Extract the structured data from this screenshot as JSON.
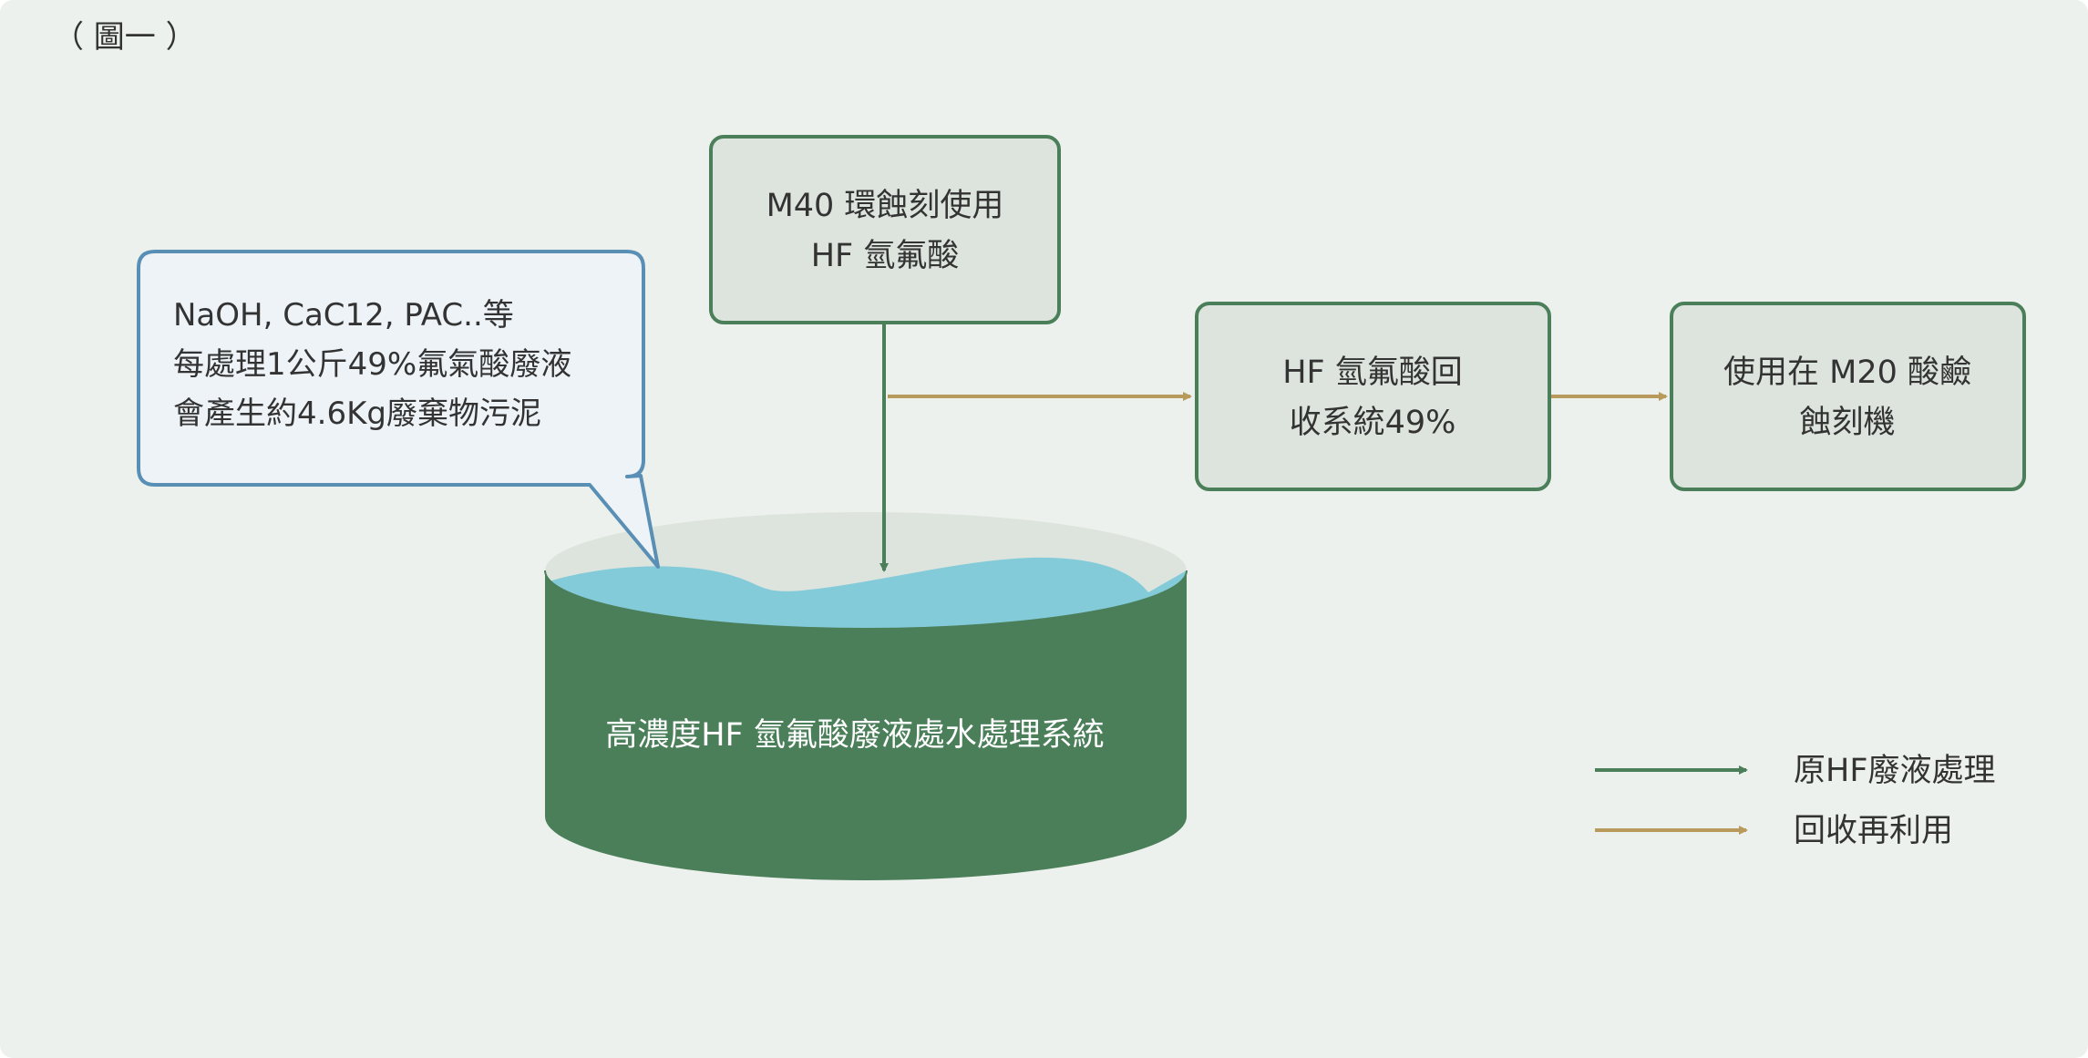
{
  "figure_label": "（ 圖一 ）",
  "colors": {
    "background": "#edf1ed",
    "green": "#4a7f5a",
    "gold": "#b89a5c",
    "box_fill": "#dde4dd",
    "box_stroke": "#4a7f5a",
    "bubble_fill": "#eef3f7",
    "bubble_stroke": "#5a8fb5",
    "water": "#84cbd9",
    "tank_top": "#dde4dd",
    "text": "#333333"
  },
  "source_box": {
    "line1": "M40 環蝕刻使用",
    "line2": "HF 氫氟酸"
  },
  "recovery_box": {
    "line1": "HF 氫氟酸回",
    "line2": "收系統49%"
  },
  "reuse_box": {
    "line1": "使用在 M20 酸鹼",
    "line2": "蝕刻機"
  },
  "callout": {
    "line1": "NaOH, CaC12, PAC..等",
    "line2": "每處理1公斤49%氟氣酸廢液",
    "line3": "會產生約4.6Kg廢棄物污泥"
  },
  "tank_label": "高濃度HF 氫氟酸廢液處水處理系統",
  "legend": [
    {
      "label": "原HF廢液處理",
      "color": "green"
    },
    {
      "label": "回收再利用",
      "color": "gold"
    }
  ]
}
